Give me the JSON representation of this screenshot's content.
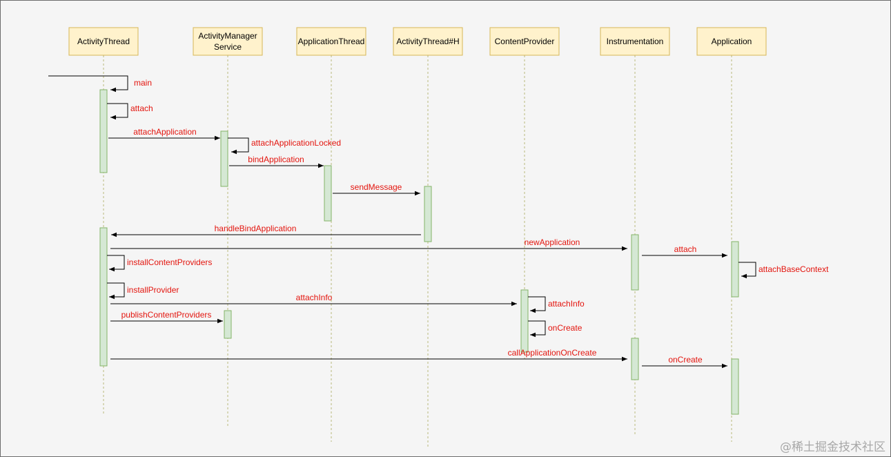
{
  "participants": [
    {
      "id": "p1",
      "lines": [
        "ActivityThread"
      ]
    },
    {
      "id": "p2",
      "lines": [
        "ActivityManager",
        "Service"
      ]
    },
    {
      "id": "p3",
      "lines": [
        "ApplicationThread"
      ]
    },
    {
      "id": "p4",
      "lines": [
        "ActivityThread#H"
      ]
    },
    {
      "id": "p5",
      "lines": [
        "ContentProvider"
      ]
    },
    {
      "id": "p6",
      "lines": [
        "Instrumentation"
      ]
    },
    {
      "id": "p7",
      "lines": [
        "Application"
      ]
    }
  ],
  "messages": [
    {
      "label": "main",
      "from": "ext",
      "to": "p1",
      "self": true
    },
    {
      "label": "attach",
      "from": "p1",
      "to": "p1",
      "self": true
    },
    {
      "label": "attachApplication",
      "from": "p1",
      "to": "p2"
    },
    {
      "label": "attachApplicationLocked",
      "from": "p2",
      "to": "p2",
      "self": true
    },
    {
      "label": "bindApplication",
      "from": "p2",
      "to": "p3"
    },
    {
      "label": "sendMessage",
      "from": "p3",
      "to": "p4"
    },
    {
      "label": "handleBindApplication",
      "from": "p4",
      "to": "p1"
    },
    {
      "label": "newApplication",
      "from": "p1",
      "to": "p6"
    },
    {
      "label": "attach",
      "from": "p6",
      "to": "p7"
    },
    {
      "label": "attachBaseContext",
      "from": "p7",
      "to": "p7",
      "self": true
    },
    {
      "label": "installContentProviders",
      "from": "p1",
      "to": "p1",
      "self": true
    },
    {
      "label": "installProvider",
      "from": "p1",
      "to": "p1",
      "self": true
    },
    {
      "label": "attachInfo",
      "from": "p1",
      "to": "p5"
    },
    {
      "label": "attachInfo",
      "from": "p5",
      "to": "p5",
      "self": true
    },
    {
      "label": "publishContentProviders",
      "from": "p1",
      "to": "p2"
    },
    {
      "label": "onCreate",
      "from": "p5",
      "to": "p5",
      "self": true
    },
    {
      "label": "callApplicationOnCreate",
      "from": "p1",
      "to": "p6"
    },
    {
      "label": "onCreate",
      "from": "p6",
      "to": "p7"
    }
  ],
  "watermark": "@稀土掘金技术社区",
  "colors": {
    "participant_fill": "#fff2cc",
    "participant_stroke": "#d6b656",
    "activation_fill": "#d5e8d4",
    "activation_stroke": "#82b366",
    "label_color": "#e3140d"
  }
}
